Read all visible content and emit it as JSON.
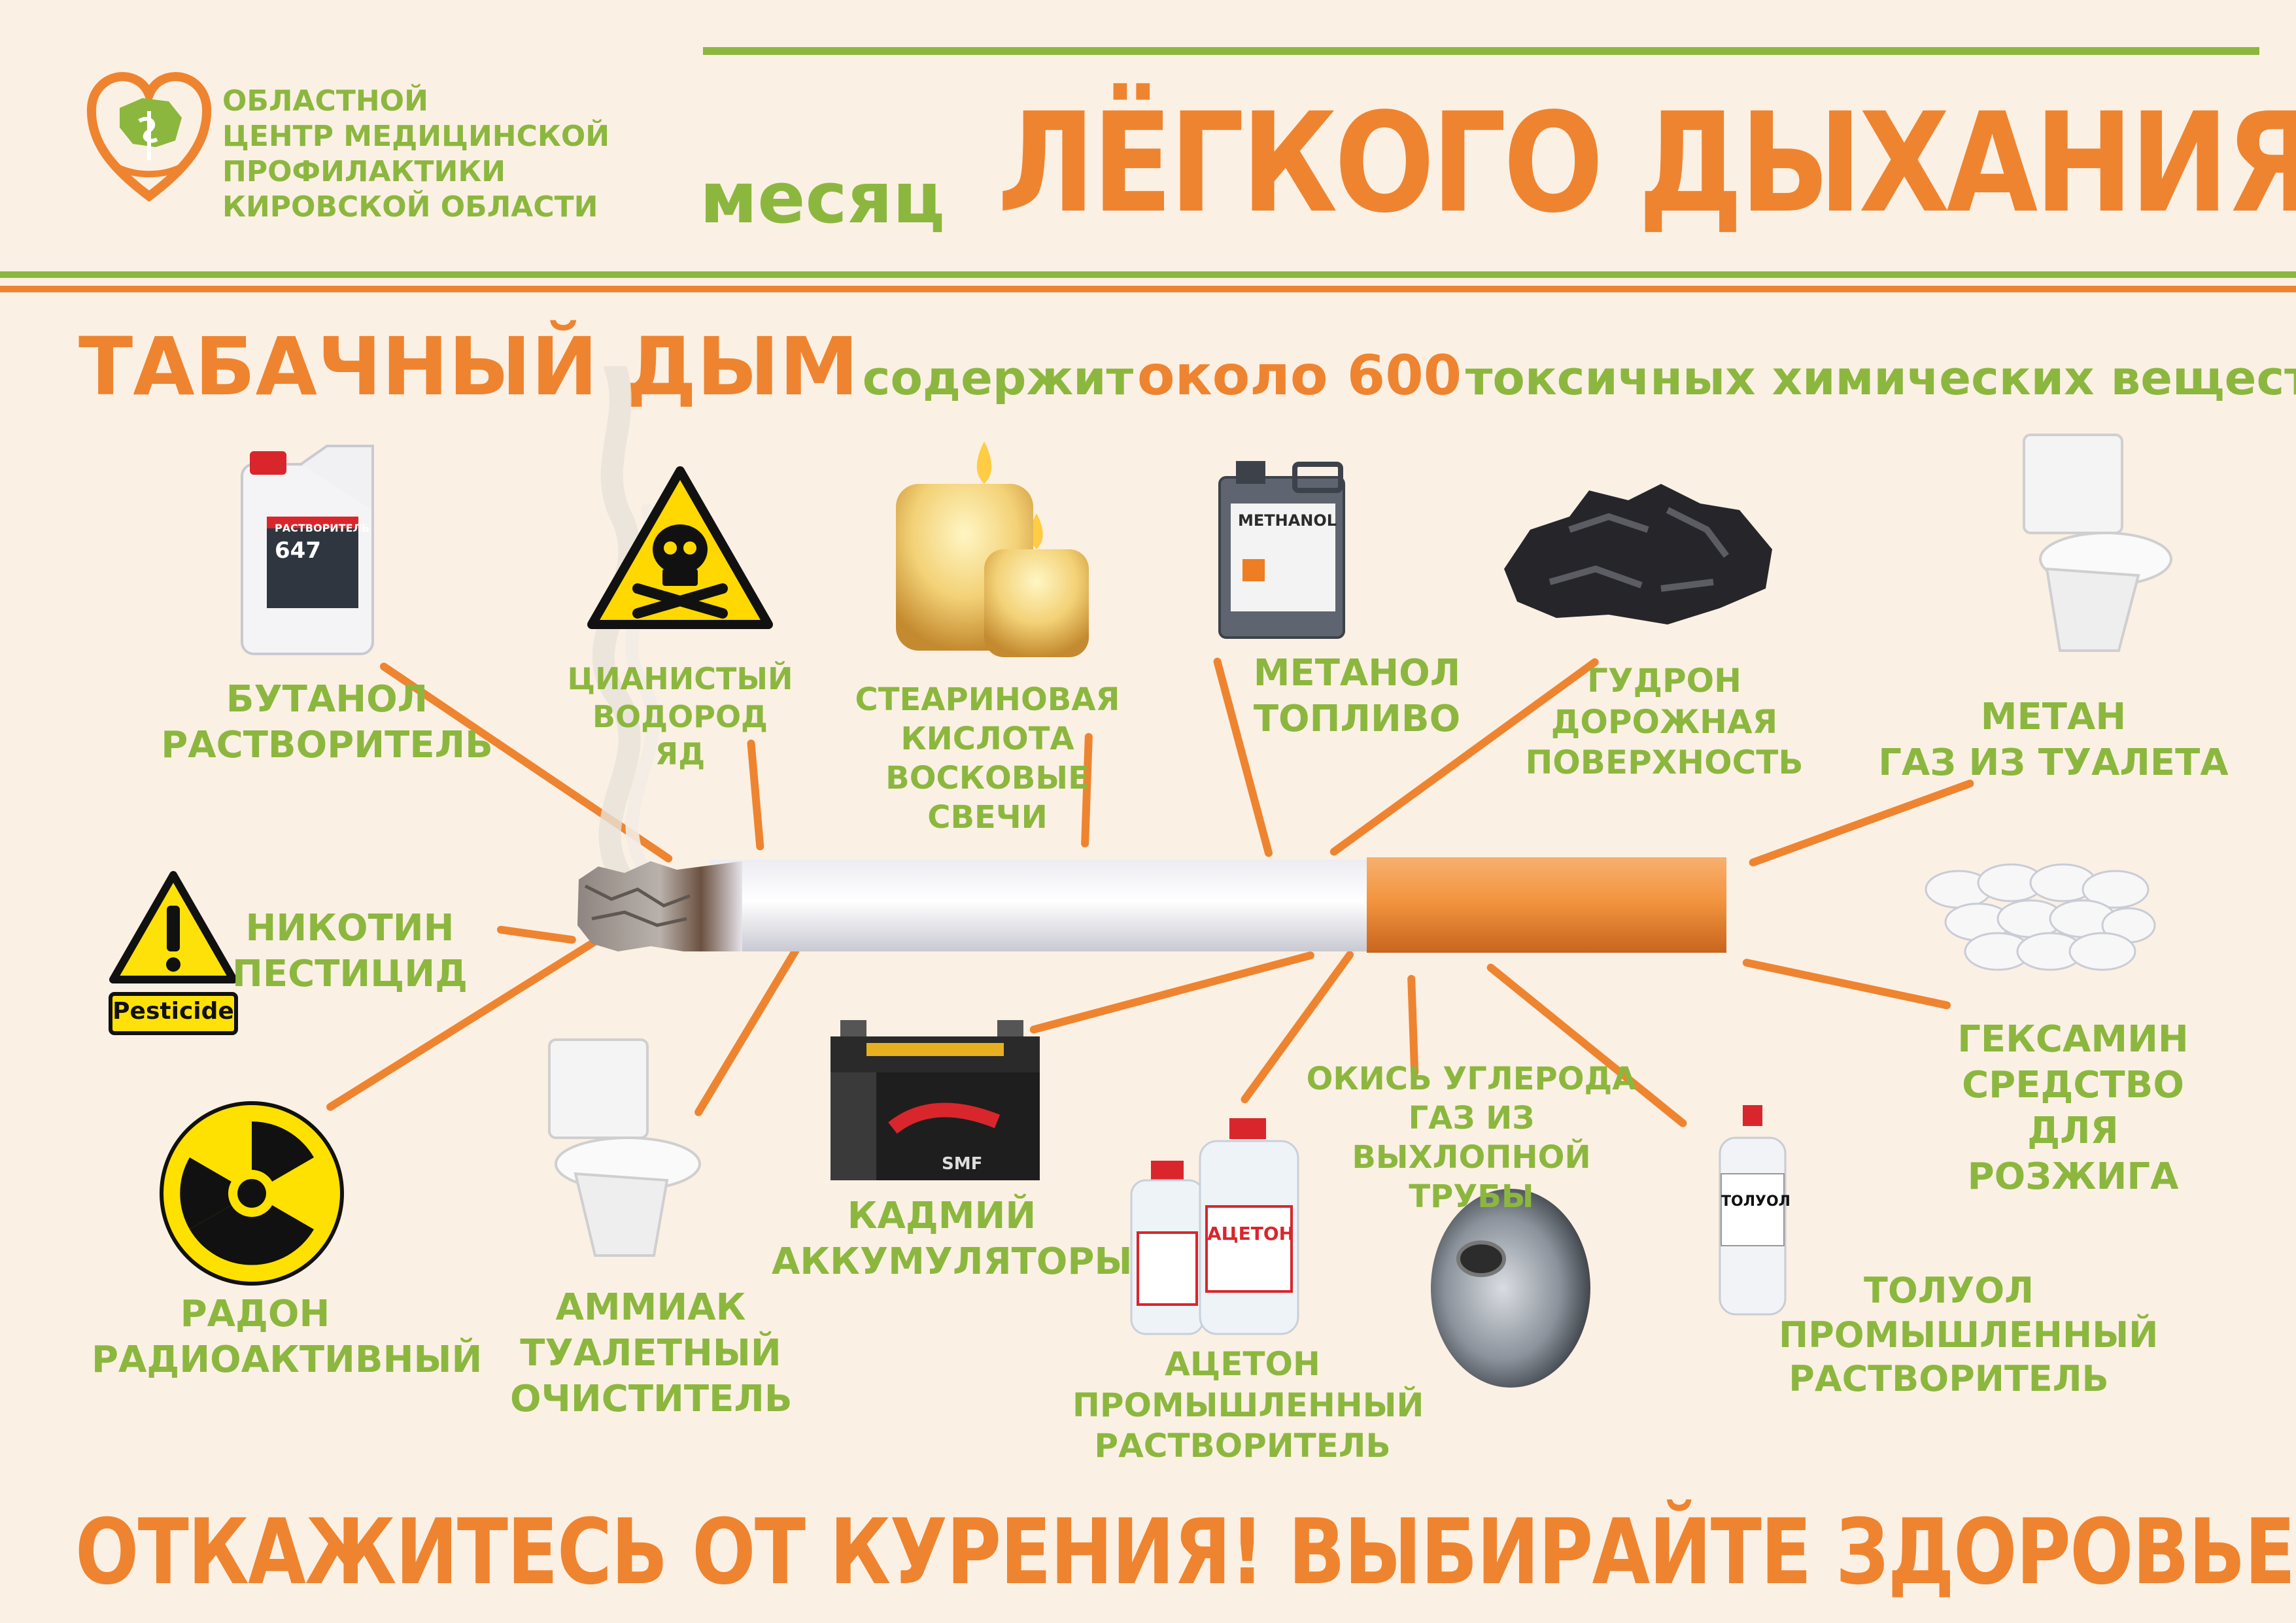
{
  "header": {
    "org_lines": [
      "ОБЛАСТНОЙ",
      "ЦЕНТР МЕДИЦИНСКОЙ",
      "ПРОФИЛАКТИКИ",
      "КИРОВСКОЙ ОБЛАСТИ"
    ],
    "month_word": "месяц",
    "title": "ЛЁГКОГО ДЫХАНИЯ"
  },
  "headline": {
    "part1": "ТАБАЧНЫЙ ДЫМ",
    "part2": "содержит",
    "part3": "около 600",
    "part4": "токсичных химических веществ:"
  },
  "labels": {
    "butanol": [
      "БУТАНОЛ",
      "РАСТВОРИТЕЛЬ"
    ],
    "cyanide": [
      "ЦИАНИСТЫЙ ВОДОРОД",
      "ЯД"
    ],
    "stearic": [
      "СТЕАРИНОВАЯ",
      "КИСЛОТА",
      "ВОСКОВЫЕ",
      "СВЕЧИ"
    ],
    "methanol": [
      "МЕТАНОЛ",
      "ТОПЛИВО"
    ],
    "tar": [
      "ГУДРОН",
      "ДОРОЖНАЯ",
      "ПОВЕРХНОСТЬ"
    ],
    "methane": [
      "МЕТАН",
      "ГАЗ ИЗ ТУАЛЕТА"
    ],
    "nicotine": [
      "НИКОТИН",
      "ПЕСТИЦИД"
    ],
    "hexamine": [
      "ГЕКСАМИН",
      "СРЕДСТВО",
      "ДЛЯ РОЗЖИГА"
    ],
    "radon": [
      "РАДОН",
      "РАДИОАКТИВНЫЙ"
    ],
    "ammonia": [
      "АММИАК",
      "ТУАЛЕТНЫЙ",
      "ОЧИСТИТЕЛЬ"
    ],
    "cadmium": [
      "КАДМИЙ",
      "АККУМУЛЯТОРЫ"
    ],
    "co": [
      "ОКИСЬ УГЛЕРОДА",
      "ГАЗ ИЗ ВЫХЛОПНОЙ",
      "ТРУБЫ"
    ],
    "acetone": [
      "АЦЕТОН",
      "ПРОМЫШЛЕННЫЙ",
      "РАСТВОРИТЕЛЬ"
    ],
    "toluene": [
      "ТОЛУОЛ",
      "ПРОМЫШЛЕННЫЙ",
      "РАСТВОРИТЕЛЬ"
    ]
  },
  "product_text": {
    "solvent_label": "РАСТВОРИТЕЛЬ",
    "solvent_number": "647",
    "methanol_can": "METHANOL",
    "pesticide_sign": "Pesticide",
    "battery_label": "SMF",
    "acetone_bottle": "АЦЕТОН",
    "toluene_bottle": "ТОЛУОЛ"
  },
  "footer": {
    "slogan": "ОТКАЖИТЕСЬ ОТ КУРЕНИЯ! ВЫБИРАЙТЕ ЗДОРОВЬЕ!"
  },
  "colors": {
    "green": "#8cb73f",
    "orange": "#ee8430",
    "background": "#fbf0e4"
  }
}
